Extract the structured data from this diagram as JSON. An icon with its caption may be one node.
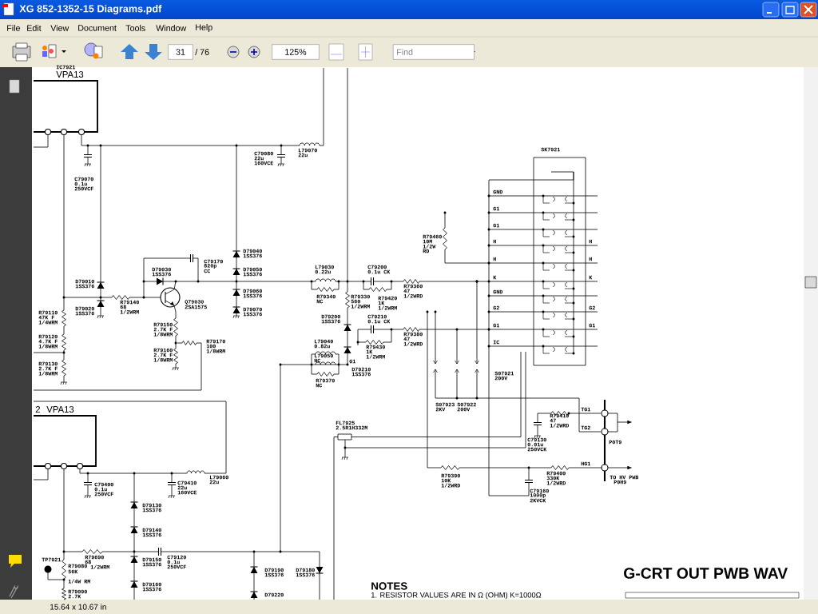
{
  "diagram": {
    "labels": [
      "XG 852-1352-15  Diagrams.pdf",
      "File",
      "Edit",
      "View",
      "Document",
      "Tools",
      "Window",
      "Help",
      "31",
      "/ 76",
      "125%",
      "Find",
      "IC7921",
      "VPA13",
      "C79070",
      "0.1u",
      "250VCF",
      "C79080",
      "22u",
      "160VCE",
      "L79070",
      "22u",
      "D79040",
      "1SS376",
      "C79170",
      "820p",
      "CC",
      "D79030",
      "1SS376",
      "D79050",
      "1SS376",
      "D79010",
      "1SS376",
      "D79060",
      "1SS376",
      "R79140",
      "68",
      "1/2WRM",
      "Q79030",
      "2SA1575",
      "D79020",
      "1SS376",
      "D79070",
      "1SS376",
      "R79110",
      "47K F",
      "1/4WRM",
      "R79150",
      "2.7K F",
      "1/8WRM",
      "R79120",
      "4.7K F",
      "1/8WRM",
      "R79170",
      "100",
      "1/8WRM",
      "R79160",
      "2.7K F",
      "1/8WRM",
      "R79130",
      "2.7K F",
      "1/8WRM",
      "L79030",
      "0.22u",
      "C79200",
      "0.1u  CK",
      "R79360",
      "47",
      "1/2WRD",
      "R79340",
      "NC",
      "R79330",
      "560",
      "1/2WRM",
      "R79420",
      "1K",
      "1/2WRM",
      "D79200",
      "1SS376",
      "C79210",
      "0.1u  CK",
      "L79040",
      "0.82u",
      "R79380",
      "47",
      "1/2WRD",
      "R79430",
      "1K",
      "1/2WRM",
      "L79050",
      "NC",
      "G1",
      "D79210",
      "1SS376",
      "R79370",
      "NC",
      "R79460",
      "10M",
      "1/2W",
      "RD",
      "SK7921",
      "GND",
      "G1",
      "G1",
      "H",
      "H",
      "K",
      "GND",
      "G2",
      "G1",
      "IC",
      "H",
      "H",
      "K",
      "G2",
      "G1",
      "S07921",
      "200V",
      "S07923",
      "2KV",
      "S07922",
      "200V",
      "FL7925",
      "2.5R1H332M",
      "TG1",
      "R79410",
      "47",
      "1/2WRD",
      "TG2",
      "C79130",
      "0.01u",
      "250VCK",
      "P0T9",
      "HG1",
      "R79390",
      "10K",
      "1/2WRD",
      "R79400",
      "330K",
      "1/2WRD",
      "TO HV PWB",
      "P0H9",
      "C79160",
      "1000p",
      "2KVCK",
      "2",
      "VPA13",
      "C79400",
      "0.1u",
      "250VCF",
      "C79410",
      "22u",
      "160VCE",
      "L79060",
      "22u",
      "D79130",
      "1SS376",
      "D79140",
      "1SS376",
      "R79690",
      "68",
      "1/2WRM",
      "C79120",
      "0.1u",
      "250VCF",
      "TP7921",
      "D79150",
      "1SS376",
      "R79080",
      "56K",
      "1/4W RM",
      "D79190",
      "1SS376",
      "D79180",
      "1SS376",
      "D79160",
      "1SS376",
      "R79090",
      "2.7K",
      "D79220",
      "NOTES",
      "1. RESISTOR VALUES ARE IN Ω (OHM) K=1000Ω",
      "G-CRT OUT PWB WAV",
      "15.64 x 10.67 in"
    ]
  }
}
